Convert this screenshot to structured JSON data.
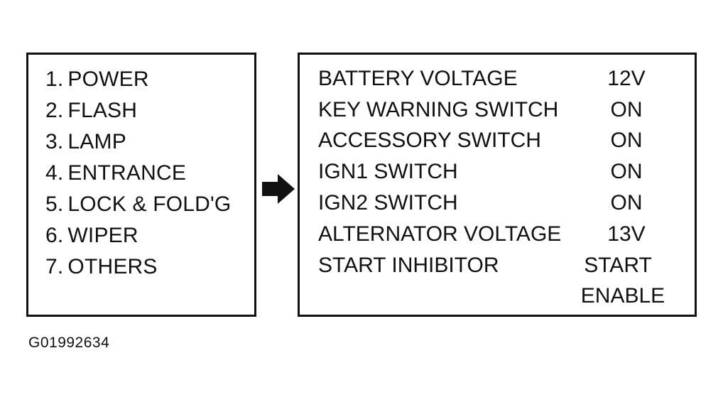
{
  "menu": {
    "items": [
      {
        "num": "1.",
        "label": "POWER"
      },
      {
        "num": "2.",
        "label": "FLASH"
      },
      {
        "num": "3.",
        "label": "LAMP"
      },
      {
        "num": "4.",
        "label": "ENTRANCE"
      },
      {
        "num": "5.",
        "label": "LOCK & FOLD'G"
      },
      {
        "num": "6.",
        "label": "WIPER"
      },
      {
        "num": "7.",
        "label": "OTHERS"
      }
    ]
  },
  "arrow_icon": "right-arrow-icon",
  "status": {
    "rows": [
      {
        "label": "BATTERY VOLTAGE",
        "value": "12V"
      },
      {
        "label": "KEY WARNING SWITCH",
        "value": "ON"
      },
      {
        "label": "ACCESSORY SWITCH",
        "value": "ON"
      },
      {
        "label": "IGN1 SWITCH",
        "value": "ON"
      },
      {
        "label": "IGN2 SWITCH",
        "value": "ON"
      },
      {
        "label": "ALTERNATOR VOLTAGE",
        "value": "13V"
      },
      {
        "label": "START INHIBITOR",
        "value": "START"
      }
    ],
    "continuation": "ENABLE"
  },
  "figure_id": "G01992634"
}
